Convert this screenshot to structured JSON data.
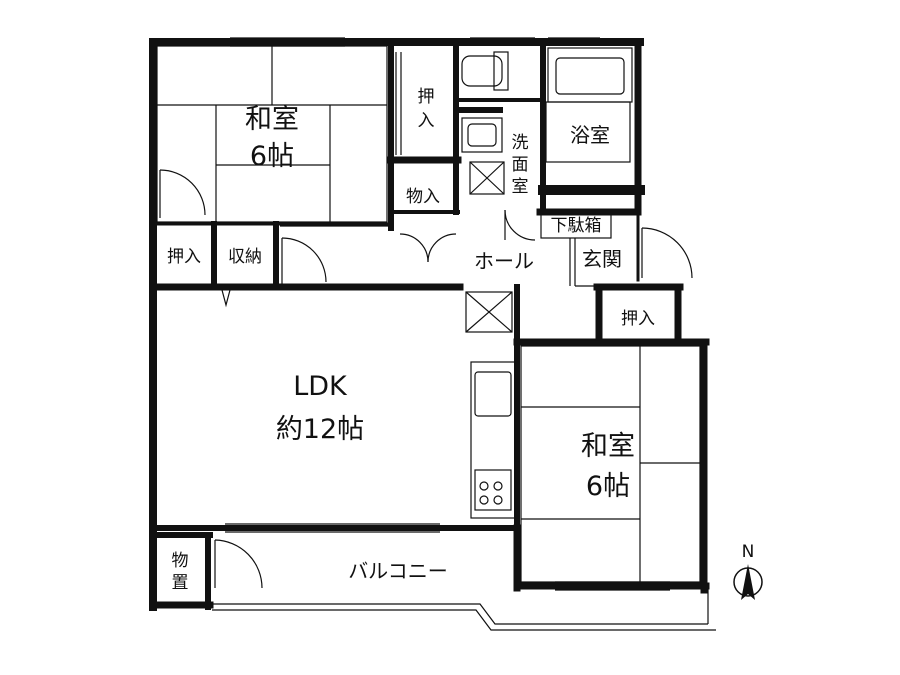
{
  "rooms": {
    "washitsu_nw": {
      "line1": "和室",
      "line2": "6帖"
    },
    "oshiire_nw": "押入",
    "oshiire_w": "押入",
    "shuno": "収納",
    "monoire": "物入",
    "senmen": {
      "line1": "洗",
      "line2": "面",
      "line3": "室"
    },
    "yokushitsu": "浴室",
    "getabako": "下駄箱",
    "genkan": "玄関",
    "hall": "ホール",
    "oshiire_e": "押入",
    "ldk": {
      "line1": "LDK",
      "line2": "約12帖"
    },
    "washitsu_se": {
      "line1": "和室",
      "line2": "6帖"
    },
    "monooki": {
      "line1": "物",
      "line2": "置"
    },
    "balcony": "バルコニー"
  },
  "compass": {
    "label": "N"
  },
  "colors": {
    "wall": "#111111",
    "background": "#ffffff"
  }
}
